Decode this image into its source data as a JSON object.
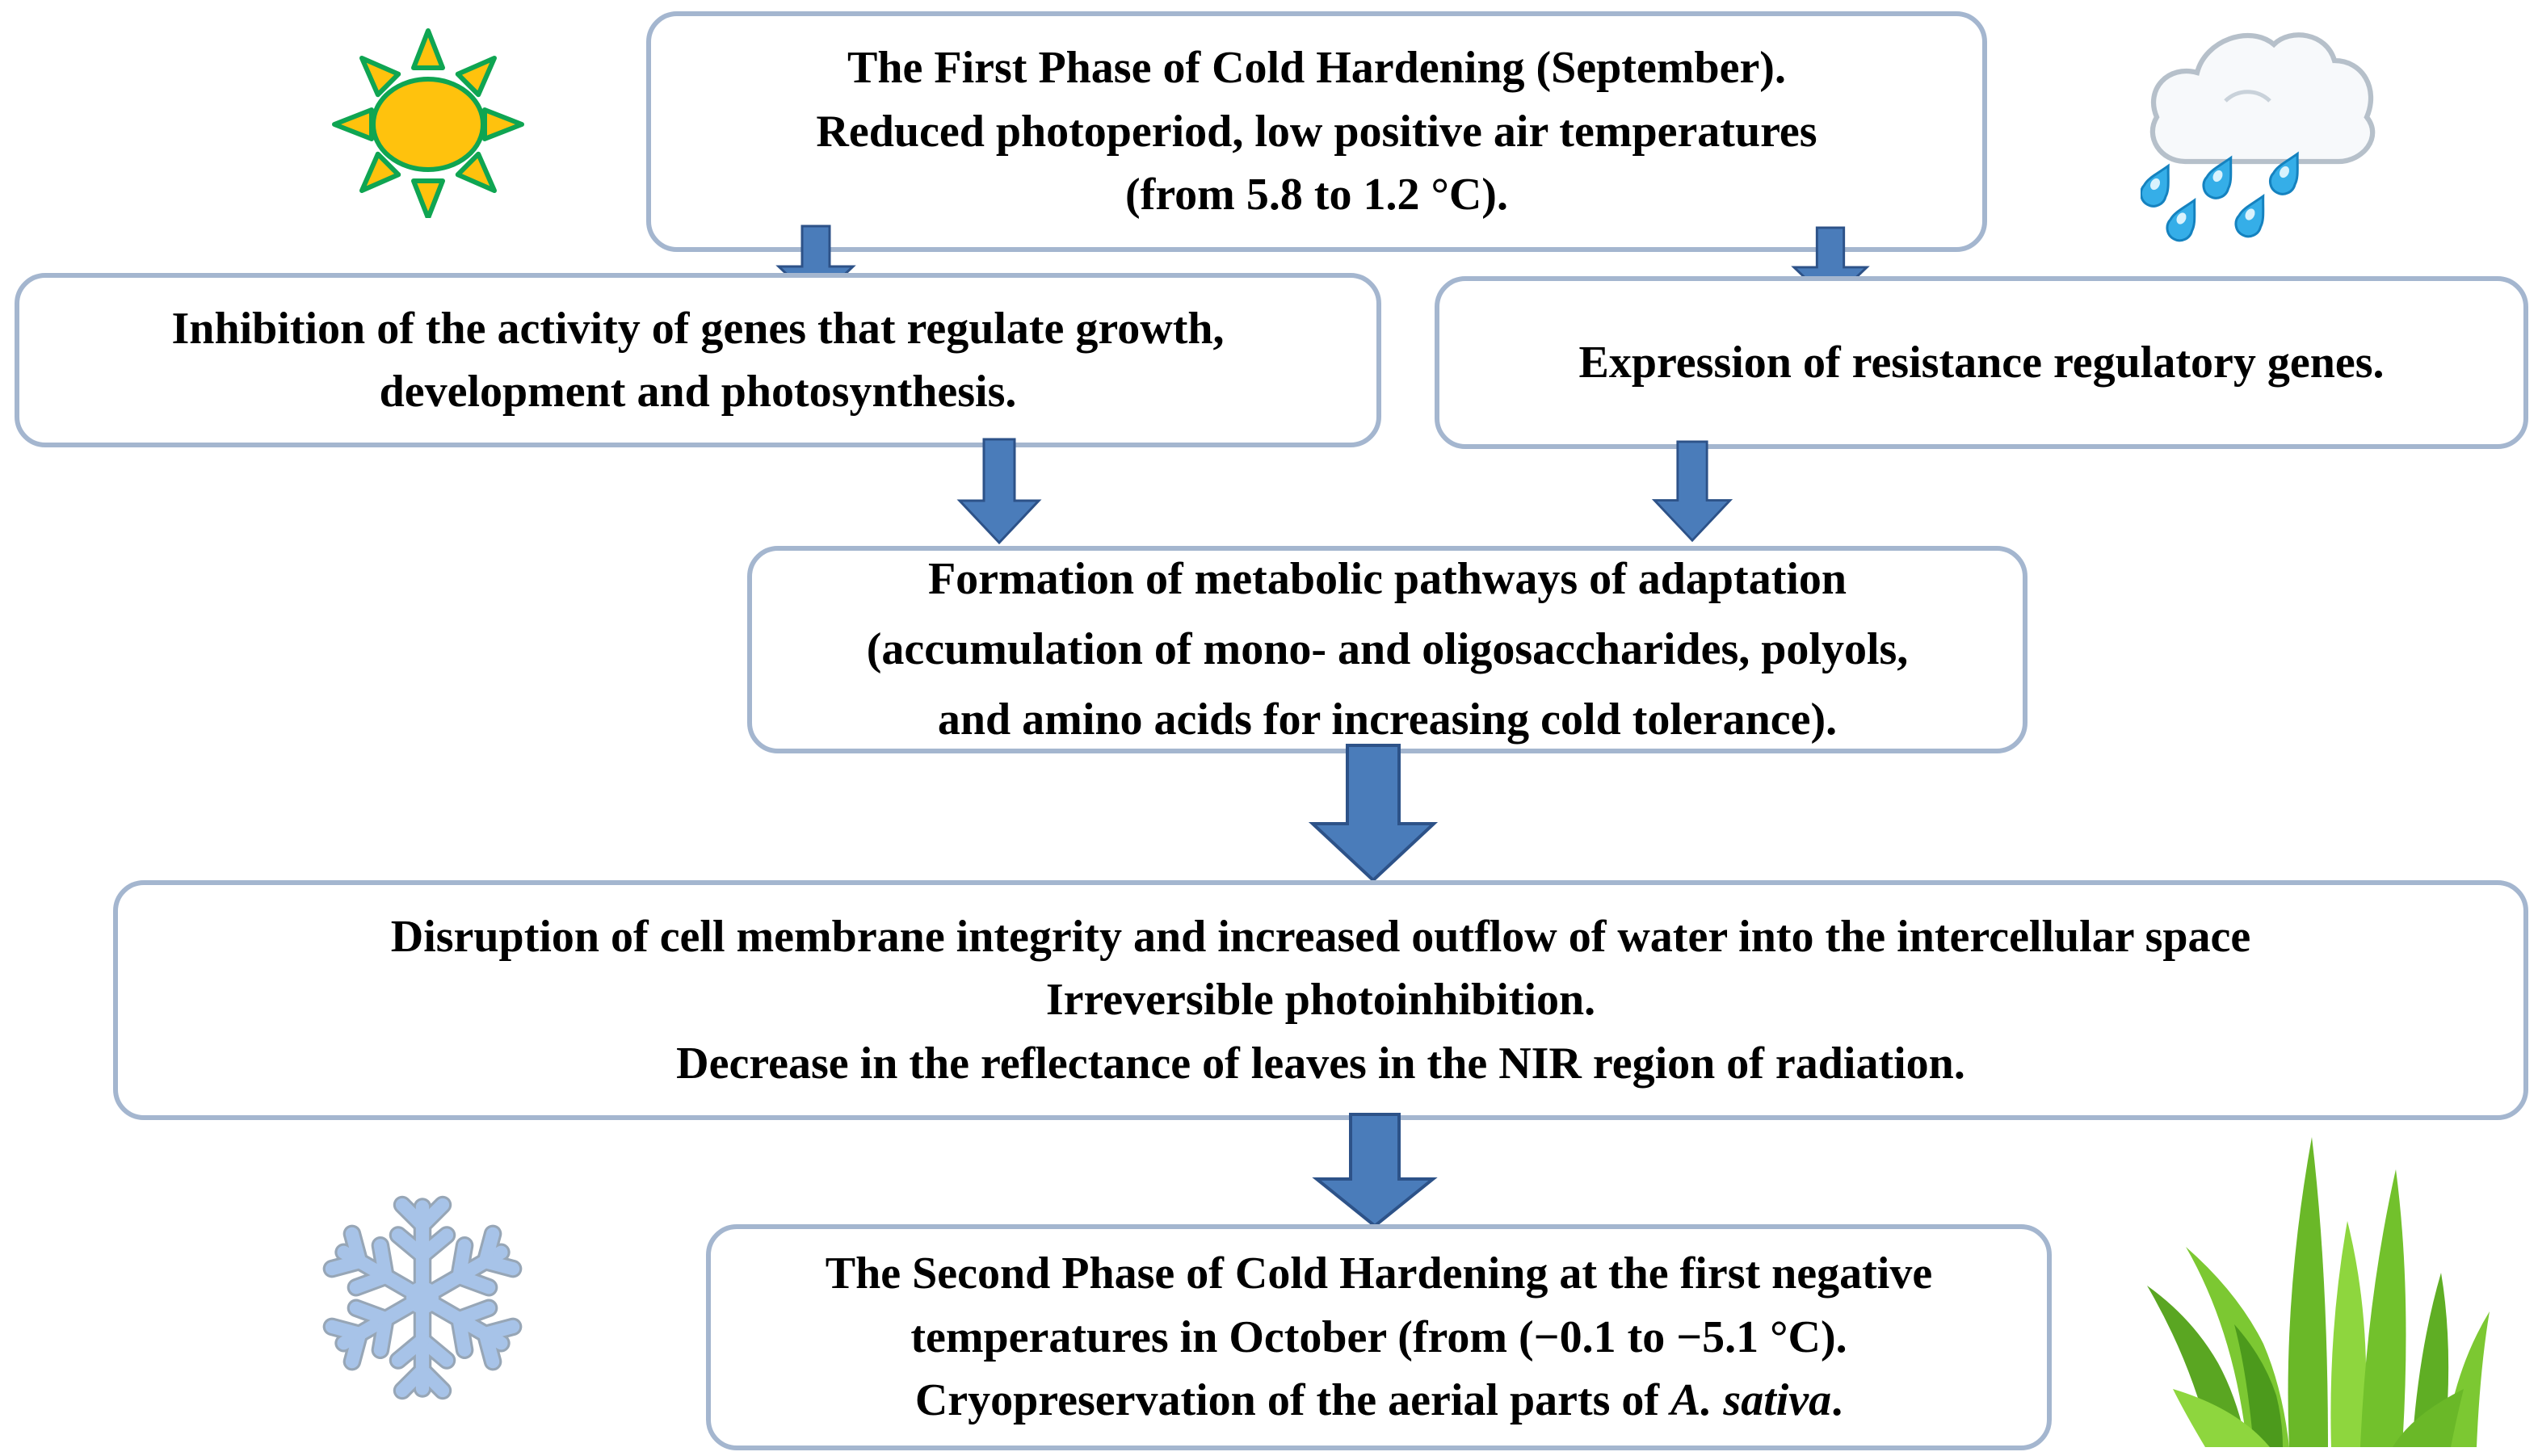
{
  "figure": {
    "boxes": {
      "phase1": {
        "lines": [
          "The First Phase of Cold Hardening (September).",
          "Reduced photoperiod, low positive air temperatures",
          "(from 5.8 to 1.2 °C)."
        ]
      },
      "inhibition": {
        "lines": [
          "Inhibition of the activity of genes that regulate growth,",
          "development and photosynthesis."
        ]
      },
      "expression": {
        "lines": [
          "Expression of resistance regulatory genes."
        ]
      },
      "metabolic": {
        "lines": [
          "Formation of metabolic pathways of adaptation",
          "(accumulation of mono- and oligosaccharides, polyols,",
          "and amino acids for increasing cold tolerance)."
        ]
      },
      "disruption": {
        "lines": [
          "Disruption of cell membrane integrity and increased outflow of water into the intercellular space",
          "Irreversible photoinhibition.",
          "Decrease in the reflectance of leaves in the NIR region of radiation."
        ]
      },
      "phase2": {
        "line1": "The Second Phase of Cold Hardening at the first negative",
        "line2": "temperatures in October (from (−0.1 to −5.1 °C).",
        "line3_prefix": "Cryopreservation of the aerial parts of ",
        "line3_species": "A. sativa",
        "line3_suffix": "."
      }
    },
    "icons": {
      "top_left": "sun-icon",
      "top_right": "rain-cloud-icon",
      "bottom_left": "snowflake-icon",
      "bottom_right": "grass-icon"
    },
    "colors": {
      "background": "#ffffff",
      "text": "#000000",
      "box_border": "#a4b6cf",
      "box_corner_accent": "#2f4d7c",
      "arrow_fill": "#4a7cba",
      "arrow_edge": "#2d5288",
      "sun_yellow": "#ffc20d",
      "sun_green": "#0fa552",
      "raindrop_blue": "#35aee8",
      "snowflake_blue": "#a7c3e8",
      "grass_green": "#6ab828"
    }
  }
}
